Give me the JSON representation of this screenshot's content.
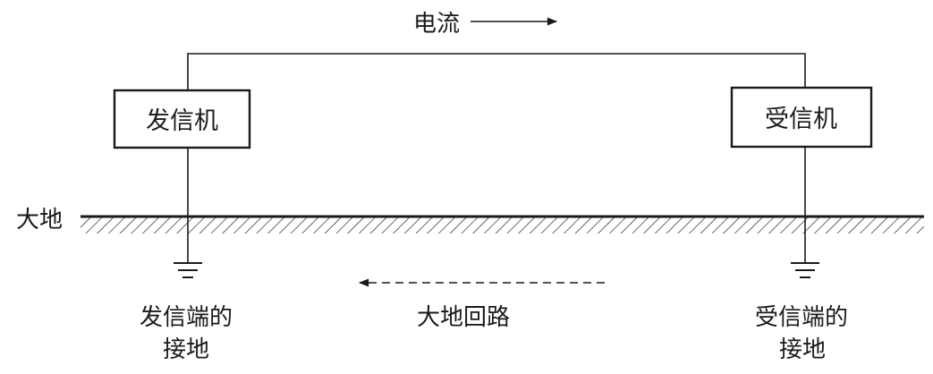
{
  "current": {
    "label": "电流",
    "direction": "right"
  },
  "transmitter": {
    "label": "发信机"
  },
  "receiver": {
    "label": "受信机"
  },
  "ground": {
    "label": "大地"
  },
  "earth_return": {
    "label": "大地回路",
    "direction": "left"
  },
  "transmitter_ground": {
    "line1": "发信端的",
    "line2": "接地"
  },
  "receiver_ground": {
    "line1": "受信端的",
    "line2": "接地"
  }
}
